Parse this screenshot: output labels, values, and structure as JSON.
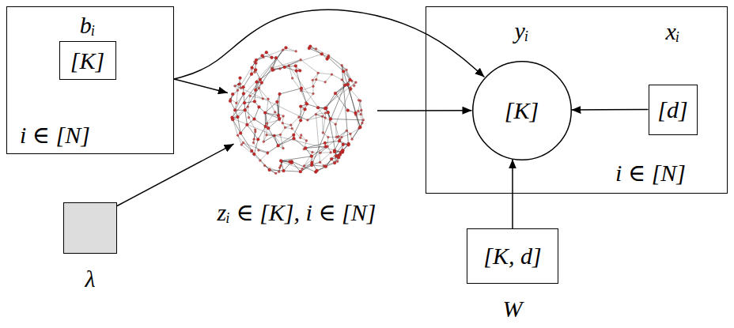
{
  "diagram": {
    "nodes": [
      {
        "text": [
          "i ∈ [N]"
        ]
      },
      {
        "text": [
          "bᵢ",
          "[K]"
        ],
        "in": 0
      },
      {
        "text": [
          "zᵢ ∈ [K], i ∈ [N]"
        ]
      },
      {
        "text": [
          "λ"
        ]
      },
      {
        "text": [
          "i ∈ [N]"
        ]
      },
      {
        "text": [
          "yᵢ",
          "[K]"
        ],
        "in": 4
      },
      {
        "text": [
          "xᵢ",
          "[d]"
        ],
        "in": 4
      },
      {
        "text": [
          "[K, d]",
          "W"
        ]
      }
    ],
    "edges": [
      {
        "from": 0,
        "to": 2,
        "arrow": "to"
      },
      {
        "from": 0,
        "to": 5,
        "arrow": "to"
      },
      {
        "from": 3,
        "to": 2,
        "arrow": "to"
      },
      {
        "from": 2,
        "to": 5,
        "arrow": "to"
      },
      {
        "from": 6,
        "to": 5,
        "arrow": "to"
      },
      {
        "from": 7,
        "to": 5,
        "arrow": "to"
      }
    ]
  }
}
